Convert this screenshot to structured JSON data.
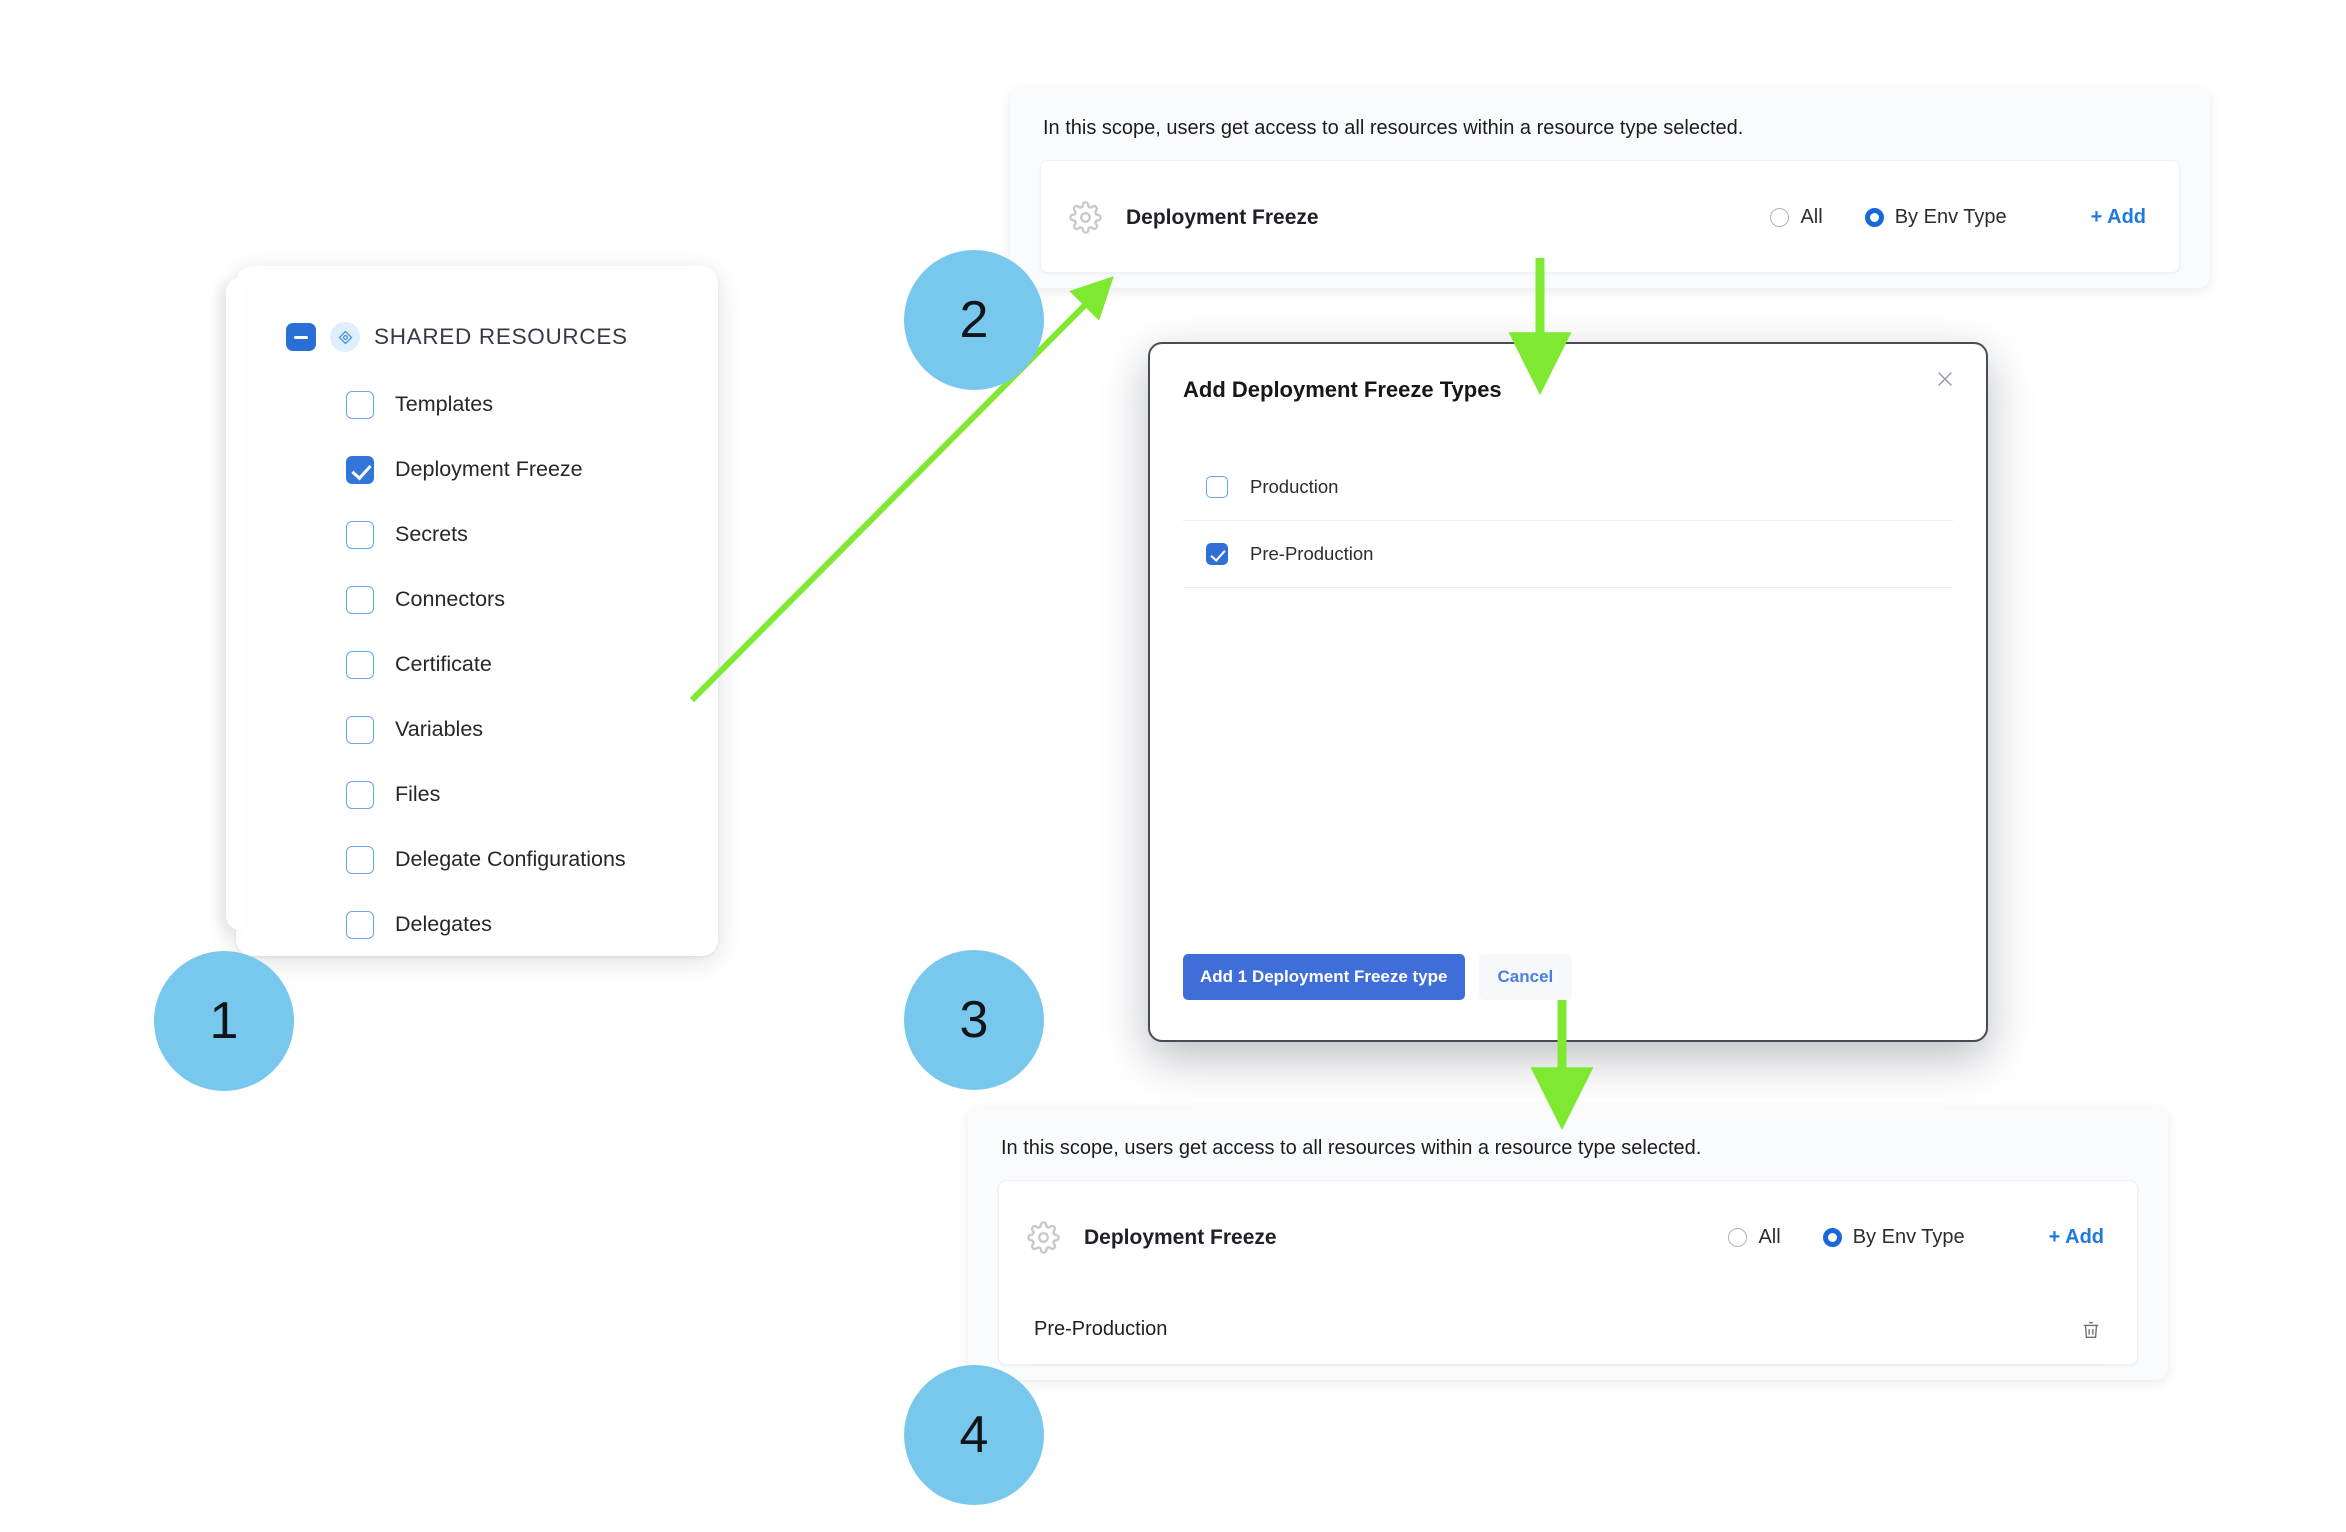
{
  "steps": [
    {
      "number": "1"
    },
    {
      "number": "2"
    },
    {
      "number": "3"
    },
    {
      "number": "4"
    }
  ],
  "colors": {
    "step_circle": "#78C8EE",
    "arrow_green": "#7FE831",
    "accent_blue": "#3276d8",
    "link_blue": "#1f7ae0",
    "primary_button": "#3f6ed8"
  },
  "shared_resources": {
    "collapse_icon": "minus-icon",
    "type_icon": "diamond-icon",
    "title": "SHARED RESOURCES",
    "items": [
      {
        "label": "Templates",
        "checked": false
      },
      {
        "label": "Deployment Freeze",
        "checked": true
      },
      {
        "label": "Secrets",
        "checked": false
      },
      {
        "label": "Connectors",
        "checked": false
      },
      {
        "label": "Certificate",
        "checked": false
      },
      {
        "label": "Variables",
        "checked": false
      },
      {
        "label": "Files",
        "checked": false
      },
      {
        "label": "Delegate Configurations",
        "checked": false
      },
      {
        "label": "Delegates",
        "checked": false
      }
    ]
  },
  "scope_top": {
    "note": "In this scope, users get access to all resources within a resource type selected.",
    "resource_icon": "gear-icon",
    "resource_name": "Deployment Freeze",
    "radio_options": [
      {
        "label": "All",
        "selected": false
      },
      {
        "label": "By Env Type",
        "selected": true
      }
    ],
    "add_label": "+ Add"
  },
  "modal": {
    "title": "Add Deployment Freeze Types",
    "close_icon": "close-icon",
    "options": [
      {
        "label": "Production",
        "checked": false
      },
      {
        "label": "Pre-Production",
        "checked": true
      }
    ],
    "primary_button": "Add 1 Deployment Freeze type",
    "secondary_button": "Cancel"
  },
  "scope_bottom": {
    "note": "In this scope, users get access to all resources within a resource type selected.",
    "resource_icon": "gear-icon",
    "resource_name": "Deployment Freeze",
    "radio_options": [
      {
        "label": "All",
        "selected": false
      },
      {
        "label": "By Env Type",
        "selected": true
      }
    ],
    "add_label": "+ Add",
    "selected_values": [
      {
        "label": "Pre-Production",
        "delete_icon": "trash-icon"
      }
    ]
  }
}
